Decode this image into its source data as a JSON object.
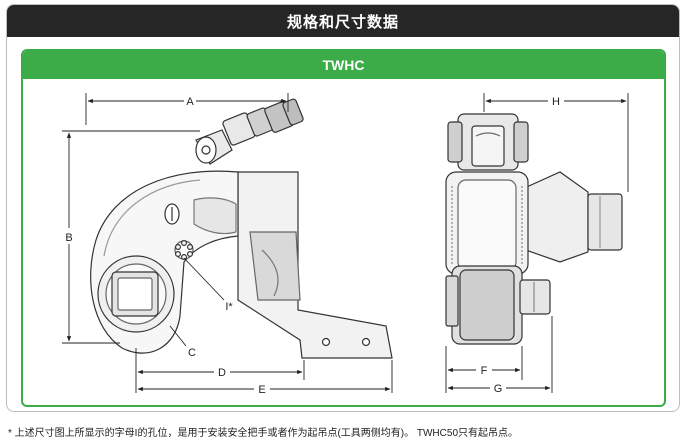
{
  "header": {
    "title": "规格和尺寸数据"
  },
  "panel": {
    "title": "TWHC"
  },
  "dimensions": {
    "a": "A",
    "b": "B",
    "c": "C",
    "d": "D",
    "e": "E",
    "f": "F",
    "g": "G",
    "h": "H",
    "i": "I*"
  },
  "footnote": "* 上述尺寸图上所显示的字母I的孔位，是用于安装安全把手或者作为起吊点(工具两侧均有)。 TWHC50只有起吊点。",
  "colors": {
    "accent_green": "#3cac48",
    "header_dark": "#262626"
  }
}
